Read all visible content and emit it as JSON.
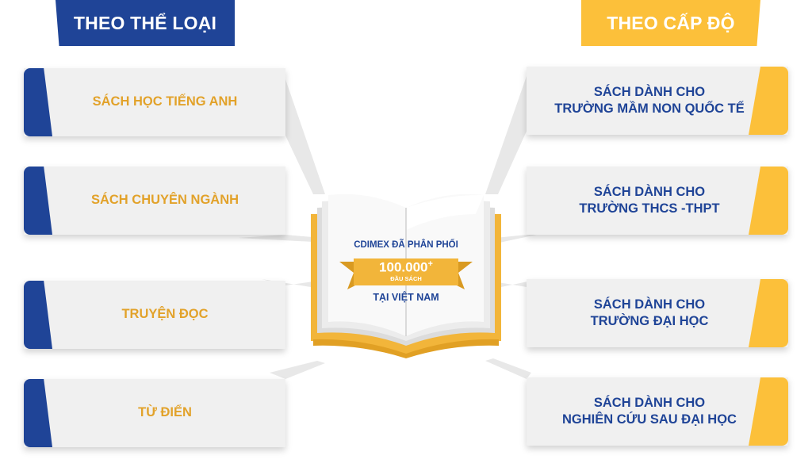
{
  "headers": {
    "left": "THEO THỂ LOẠI",
    "right": "THEO CẤP ĐỘ"
  },
  "left_items": [
    {
      "label": "SÁCH HỌC TIẾNG ANH"
    },
    {
      "label": "SÁCH CHUYÊN NGÀNH"
    },
    {
      "label": "TRUYỆN ĐỌC"
    },
    {
      "label": "TỪ ĐIỂN"
    }
  ],
  "right_items": [
    {
      "line1": "SÁCH DÀNH CHO",
      "line2": "TRƯỜNG MẦM NON QUỐC TẾ"
    },
    {
      "line1": "SÁCH DÀNH CHO",
      "line2": "TRƯỜNG THCS -THPT"
    },
    {
      "line1": "SÁCH DÀNH CHO",
      "line2": "TRƯỜNG ĐẠI HỌC"
    },
    {
      "line1": "SÁCH DÀNH CHO",
      "line2": "NGHIÊN CỨU SAU ĐẠI HỌC"
    }
  ],
  "book": {
    "distributed": "CDIMEX ĐÃ PHÂN PHỐI",
    "count": "100.000",
    "plus": "+",
    "unit": "ĐẦU SÁCH",
    "location": "TẠI VIỆT NAM"
  },
  "colors": {
    "navy": "#1f4497",
    "gold": "#fcc03a",
    "gold_text": "#e2a22a",
    "card_bg": "#f0f0f0",
    "connector": "#e6e6e6"
  }
}
